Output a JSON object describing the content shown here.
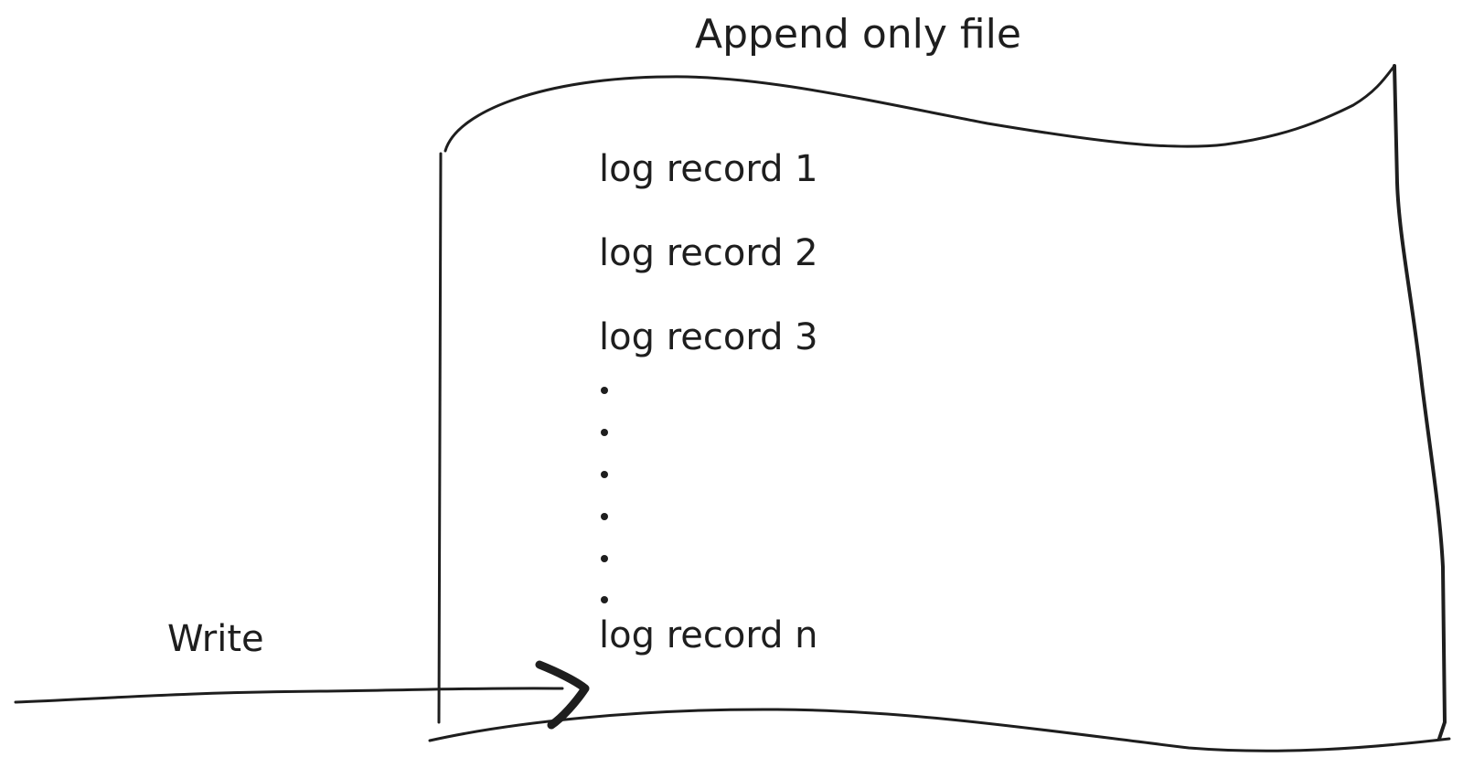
{
  "diagram": {
    "title": "Append only file",
    "records": [
      {
        "label": "log record 1"
      },
      {
        "label": "log record 2"
      },
      {
        "label": "log record 3"
      },
      {
        "label": "log record n"
      }
    ],
    "ellipsis_dots": 6,
    "arrow_label": "Write",
    "stroke_color": "#1e1e1e",
    "background": "#ffffff"
  }
}
